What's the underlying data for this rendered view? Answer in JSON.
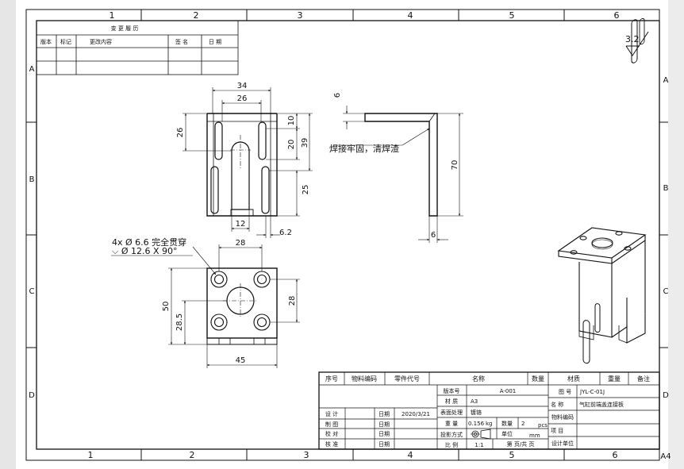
{
  "window": {
    "left_strip_color": "#e6e6e6",
    "sheet_color": "#ffffff",
    "line_color": "#111111",
    "right_strip_color": "#ececec"
  },
  "border": {
    "columns": [
      "1",
      "2",
      "3",
      "4",
      "5",
      "6"
    ],
    "rows": [
      "A",
      "B",
      "C",
      "D"
    ],
    "sheet_size": "A4"
  },
  "revision_table": {
    "title": "变 更 履 历",
    "headers": [
      "版本",
      "标记",
      "更改内容",
      "签 名",
      "日 期"
    ]
  },
  "top_view": {
    "dims": [
      "34",
      "26",
      "26",
      "10",
      "20",
      "39",
      "25",
      "12",
      "6.2"
    ]
  },
  "side_view": {
    "dims": [
      "6",
      "70",
      "6"
    ],
    "weld_note": "焊接牢固，清焊渣"
  },
  "front_view": {
    "hole_note_1": "4x Ø 6.6 完全贯穿",
    "hole_note_2": "⌵ Ø 12.6 X 90°",
    "dims": [
      "28",
      "50",
      "28.5",
      "28",
      "45"
    ]
  },
  "roughness": {
    "value": "3.2"
  },
  "title_block": {
    "headers": [
      "序号",
      "物料编码",
      "零件代号",
      "名称",
      "数量",
      "材质",
      "重量",
      "备注"
    ],
    "version_label": "版本号",
    "version_value": "A-001",
    "material_label": "材 质",
    "material_value": "A3",
    "surface_label": "表面处理",
    "surface_value": "镀铬",
    "weight_label": "重 量",
    "weight_value": "0.156",
    "weight_unit": "kg",
    "qty_label": "数量",
    "qty_value": "2",
    "qty_unit": "pcs",
    "projection_label": "投影方式",
    "unit_label": "单位",
    "unit_value": "mm",
    "scale_label": "比 例",
    "scale_value": "1:1",
    "page_label": "第 页/共 页",
    "design_label": "设 计",
    "draw_label": "制 图",
    "check_label": "校 对",
    "approve_label": "核 准",
    "date_label": "日期",
    "design_date": "2020/3/21",
    "drawing_no_label": "图 号",
    "drawing_no_value": "JYL-C-01J",
    "name_label": "名 称",
    "name_value": "气缸前端盖连接板",
    "material_code_label": "物料编码",
    "project_label": "项 目",
    "design_unit_label": "设计单位"
  }
}
